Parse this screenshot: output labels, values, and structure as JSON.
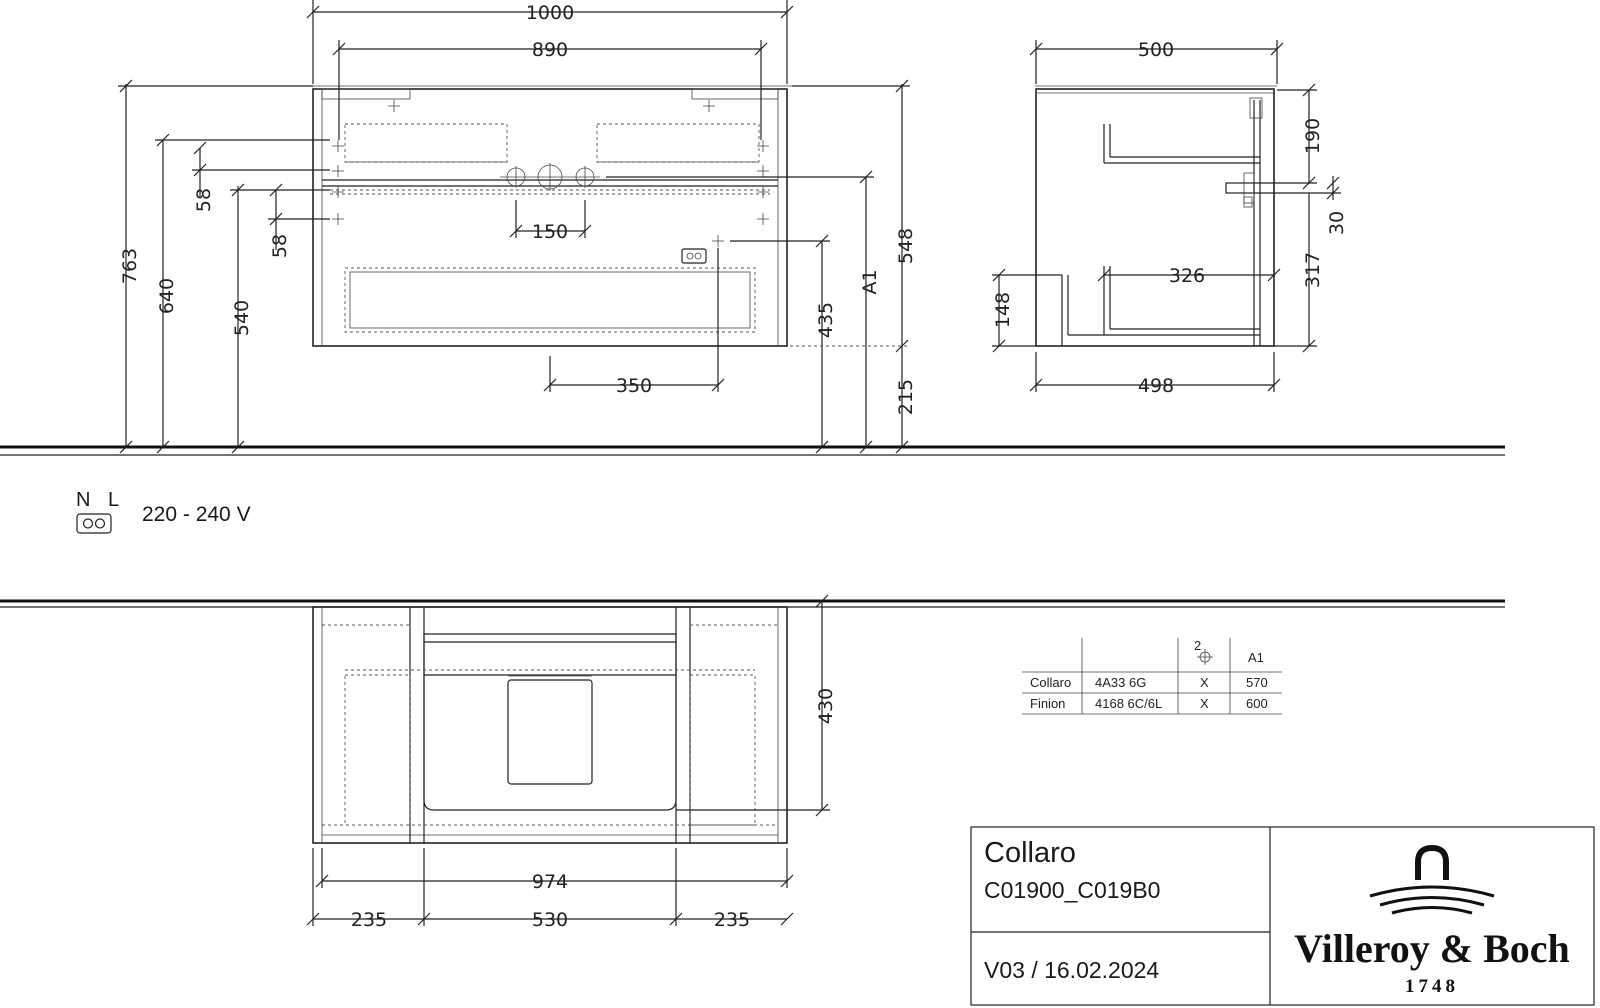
{
  "front_view": {
    "width_overall": "1000",
    "width_basin": "890",
    "height_total": "763",
    "height_tap": "640",
    "height_lower": "540",
    "offset_upper": "58",
    "offset_lower": "58",
    "tap_spacing": "150",
    "socket_height": "435",
    "ref_a1": "A1",
    "cabinet_height": "548",
    "floor_gap": "215",
    "socket_offset": "350"
  },
  "side_view": {
    "depth_top": "500",
    "depth_bottom": "498",
    "drawer_top": "190",
    "gap": "30",
    "drawer_bottom": "317",
    "inner_depth": "326",
    "bottom_offset": "148"
  },
  "electrical": {
    "neutral": "N",
    "live": "L",
    "voltage": "220 - 240 V"
  },
  "bottom_view": {
    "height": "430",
    "width_inner": "974",
    "left": "235",
    "center": "530",
    "right": "235"
  },
  "compat_table": {
    "header_tap_count": "2",
    "header_a1": "A1",
    "rows": [
      {
        "series": "Collaro",
        "code": "4A33 6G",
        "tap": "X",
        "a1": "570"
      },
      {
        "series": "Finion",
        "code": "4168 6C/6L",
        "tap": "X",
        "a1": "600"
      }
    ]
  },
  "title_block": {
    "product": "Collaro",
    "code": "C01900_C019B0",
    "version": "V03 / 16.02.2024",
    "brand": "Villeroy & Boch",
    "year": "1748"
  }
}
